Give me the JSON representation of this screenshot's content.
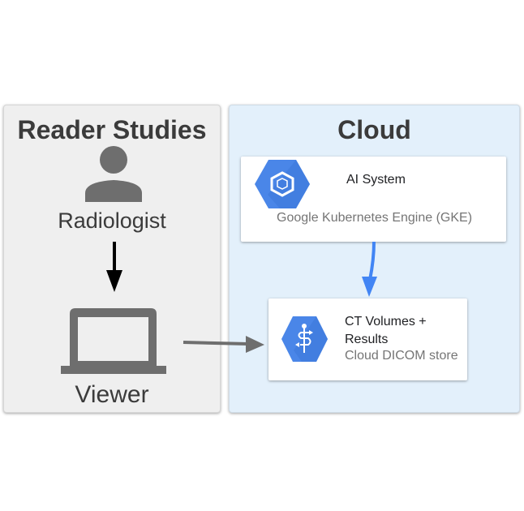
{
  "left_panel": {
    "title": "Reader Studies",
    "user_label": "Radiologist",
    "device_label": "Viewer",
    "icons": {
      "user": "person-icon",
      "device": "laptop-icon"
    }
  },
  "right_panel": {
    "title": "Cloud",
    "ai_card": {
      "title": "AI System",
      "subtitle": "Google Kubernetes Engine (GKE)",
      "icon": "kubernetes-engine-icon"
    },
    "dicom_card": {
      "title": "CT Volumes + Results",
      "subtitle": "Cloud DICOM store",
      "icon": "healthcare-api-icon"
    }
  },
  "edges": [
    {
      "from": "Radiologist",
      "to": "Viewer",
      "color": "#000000"
    },
    {
      "from": "Viewer",
      "to": "CT Volumes + Results",
      "color": "#6e6e6e"
    },
    {
      "from": "AI System",
      "to": "CT Volumes + Results",
      "color": "#4285f4"
    }
  ],
  "colors": {
    "reader_panel_bg": "#efefef",
    "cloud_panel_bg": "#e3f0fb",
    "gcp_blue": "#4a86e8",
    "icon_grey": "#6e6e6e"
  }
}
